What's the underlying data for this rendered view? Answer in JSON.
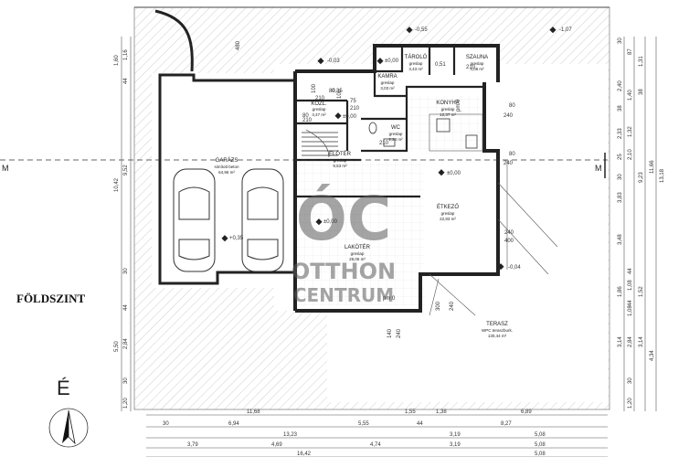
{
  "floor_title": "FÖLDSZINT",
  "north_letter": "É",
  "section_marker": "M",
  "rooms": [
    {
      "key": "garazs",
      "name": "GARÁZS",
      "sub": "simított beton",
      "area": "64,96 m²"
    },
    {
      "key": "kamra",
      "name": "KAMRA",
      "sub": "greslap",
      "area": "3,03 m²"
    },
    {
      "key": "tarolo",
      "name": "TÁROLÓ",
      "sub": "greslap",
      "area": "3,43 m²"
    },
    {
      "key": "szauna",
      "name": "SZAUNA",
      "sub": "greslap",
      "area": "4,08 m²"
    },
    {
      "key": "konyha",
      "name": "KONYHA",
      "sub": "greslap",
      "area": "12,37 m²"
    },
    {
      "key": "kozl",
      "name": "KÖZL.",
      "sub": "greslap",
      "area": "3,47 m²"
    },
    {
      "key": "wc",
      "name": "WC",
      "sub": "greslap",
      "area": "2,24 m²"
    },
    {
      "key": "eloter",
      "name": "ELŐTÉR",
      "sub": "greslap",
      "area": "9,53 m²"
    },
    {
      "key": "etkezo",
      "name": "ÉTKEZŐ",
      "sub": "greslap",
      "area": "22,83 m²"
    },
    {
      "key": "lakoter",
      "name": "LAKÓTÉR",
      "sub": "greslap",
      "area": "28,06 m²"
    },
    {
      "key": "terasz",
      "name": "TERASZ",
      "sub": "WPC teraszburk.",
      "area": "130,44 m²"
    }
  ],
  "levels": [
    "-0,55",
    "-1,07",
    "-0,03",
    "±0,00",
    "±0,00",
    "±0,00",
    "±0,00",
    "+0,35",
    "-0,04",
    "pm 0",
    "pm 0",
    "0,51"
  ],
  "watermark": {
    "top": "ÓC",
    "line1": "OTTHON",
    "line2": "CENTRUM"
  },
  "interior_dims": [
    "480",
    "100",
    "80",
    "210",
    "100",
    "75",
    "210",
    "80",
    "210",
    "210",
    "80",
    "240",
    "80",
    "240",
    "240",
    "400",
    "300",
    "240",
    "140",
    "240",
    "210",
    "0,35"
  ],
  "left_dims": [
    "1,60",
    "1,16",
    "44",
    "9,52",
    "10,42",
    "30",
    "5,50",
    "2,84",
    "44",
    "30",
    "1,20"
  ],
  "right_dims": [
    "30",
    "87",
    "1,31",
    "2,40",
    "1,40",
    "38",
    "38",
    "2,33",
    "1,32",
    "2,10",
    "25",
    "9,23",
    "11,66",
    "13,18",
    "30",
    "3,83",
    "3,48",
    "1,08",
    "44",
    "1,86",
    "1,52",
    "1,08",
    "44",
    "2,84",
    "3,14",
    "3,14",
    "4,34",
    "30",
    "1,20"
  ],
  "bottom_dims": {
    "row1": [
      "11,68",
      "1,55",
      "1,38",
      "6,89"
    ],
    "row2": [
      "30",
      "6,94",
      "5,55",
      "44",
      "8,27"
    ],
    "row3": [
      "13,23",
      "3,19",
      "5,08"
    ],
    "row4": [
      "3,79",
      "4,69",
      "4,74",
      "3,19",
      "5,08"
    ],
    "row5": [
      "16,42",
      "5,08"
    ]
  }
}
